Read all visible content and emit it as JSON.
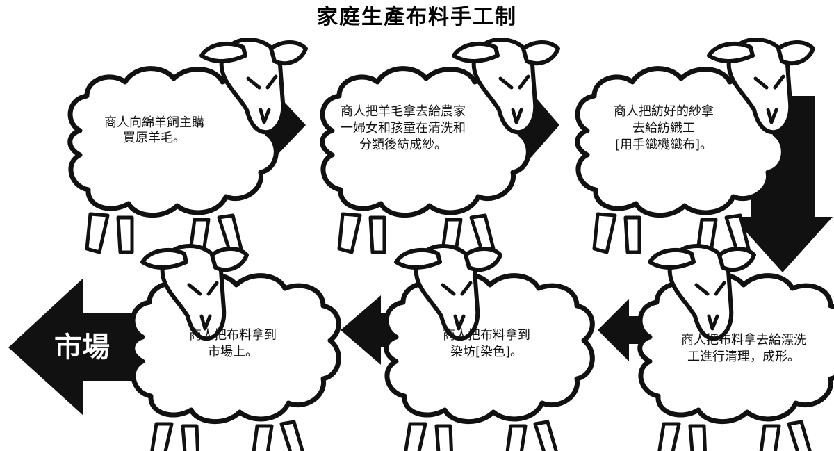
{
  "title": "家庭生產布料手工制",
  "steps": [
    {
      "lines": [
        "商人向綿羊飼主購",
        "買原羊毛。"
      ]
    },
    {
      "lines": [
        "商人把羊毛拿去給農家",
        "一婦女和孩童在清洗和",
        "分類後紡成紗。"
      ]
    },
    {
      "lines": [
        "商人把紡好的紗拿",
        "去給紡織工",
        "[用手織機織布]。"
      ]
    },
    {
      "lines": [
        "商人把布料拿去給漂洗",
        "工進行清理，成形。"
      ]
    },
    {
      "lines": [
        "商人把布料拿到",
        "染坊[染色]。"
      ]
    },
    {
      "lines": [
        "商人把布料拿到",
        "市場上。"
      ]
    }
  ],
  "market_label": "市場",
  "colors": {
    "ink": "#111111",
    "paper": "#ffffff"
  }
}
